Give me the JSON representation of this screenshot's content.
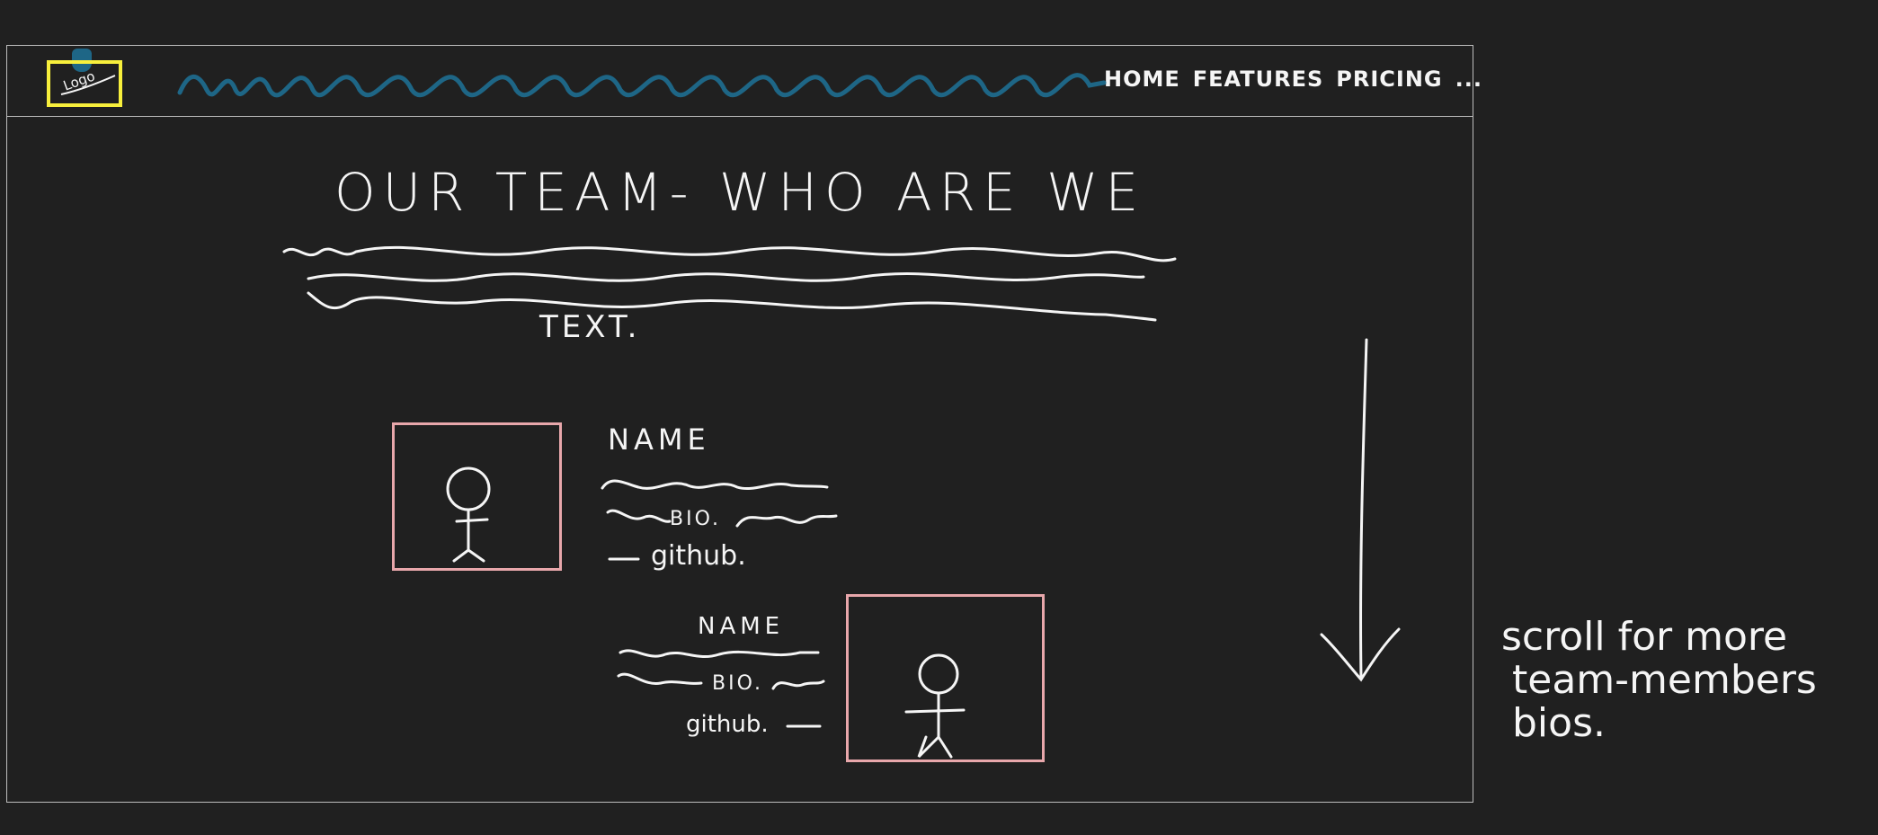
{
  "header": {
    "logo_text": "Logo",
    "nav_items": [
      "HOME",
      "FEATURES",
      "PRICING",
      "..."
    ]
  },
  "hero": {
    "title": "OUR TEAM- WHO ARE WE",
    "text_label": "TEXT."
  },
  "team_members": [
    {
      "name_label": "NAME",
      "bio_label": "BIO.",
      "github_label": "github."
    },
    {
      "name_label": "NAME",
      "bio_label": "BIO.",
      "github_label": "github."
    }
  ],
  "annotation": {
    "lines": [
      "scroll for more",
      "team-members",
      "bios."
    ]
  },
  "colors": {
    "background": "#202020",
    "frame_line": "#bdbdbd",
    "logo_border": "#f7ef3c",
    "nav_squiggle": "#1e6686",
    "photo_border": "#e8a7ab",
    "ink": "#f5f5f5"
  }
}
